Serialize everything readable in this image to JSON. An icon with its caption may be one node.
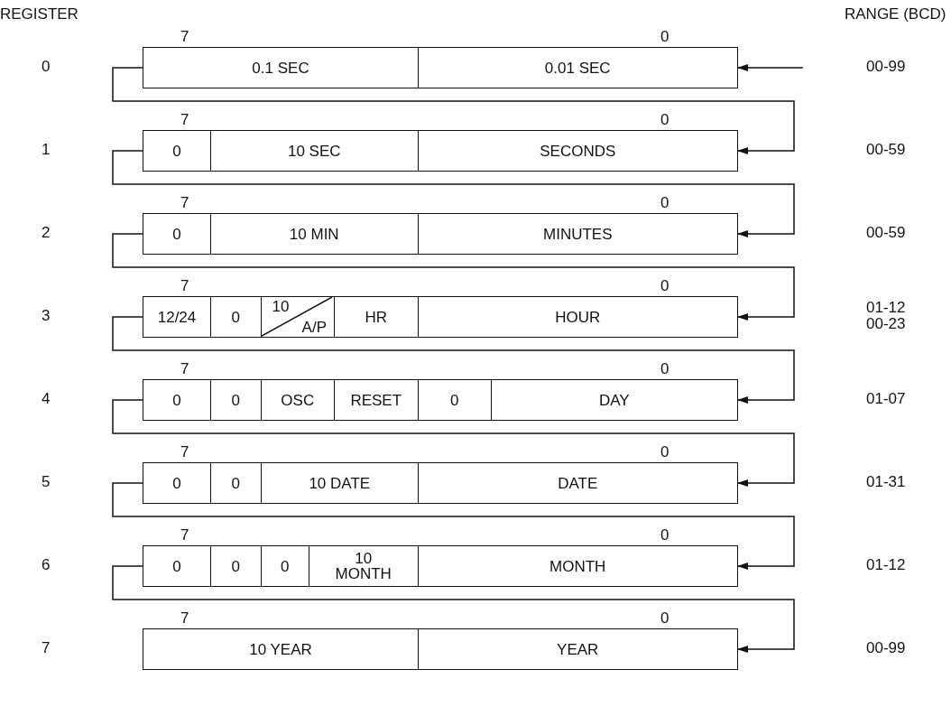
{
  "diagram": {
    "nodes": [
      {
        "text": [
          "0.1 SEC"
        ]
      },
      {
        "text": [
          "0.01 SEC"
        ]
      },
      {
        "text": [
          "0"
        ]
      },
      {
        "text": [
          "10 SEC"
        ]
      },
      {
        "text": [
          "SECONDS"
        ]
      },
      {
        "text": [
          "0"
        ]
      },
      {
        "text": [
          "10 MIN"
        ]
      },
      {
        "text": [
          "MINUTES"
        ]
      },
      {
        "text": [
          "12/24"
        ]
      },
      {
        "text": [
          "0"
        ]
      },
      {
        "text": [
          "10",
          "A/P"
        ]
      },
      {
        "text": [
          "HR"
        ]
      },
      {
        "text": [
          "HOUR"
        ]
      },
      {
        "text": [
          "0"
        ]
      },
      {
        "text": [
          "0"
        ]
      },
      {
        "text": [
          "OSC"
        ]
      },
      {
        "text": [
          "RESET"
        ]
      },
      {
        "text": [
          "0"
        ]
      },
      {
        "text": [
          "DAY"
        ]
      },
      {
        "text": [
          "0"
        ]
      },
      {
        "text": [
          "0"
        ]
      },
      {
        "text": [
          "10 DATE"
        ]
      },
      {
        "text": [
          "DATE"
        ]
      },
      {
        "text": [
          "0"
        ]
      },
      {
        "text": [
          "0"
        ]
      },
      {
        "text": [
          "0"
        ]
      },
      {
        "text": [
          "10 MONTH"
        ]
      },
      {
        "text": [
          "MONTH"
        ]
      },
      {
        "text": [
          "10 YEAR"
        ]
      },
      {
        "text": [
          "YEAR"
        ]
      }
    ],
    "edges": [
      {
        "from": null,
        "to": 1,
        "arrow": "to"
      },
      {
        "from": 0,
        "to": 4,
        "arrow": "to"
      },
      {
        "from": 2,
        "to": 7,
        "arrow": "to"
      },
      {
        "from": 5,
        "to": 12,
        "arrow": "to"
      },
      {
        "from": 8,
        "to": 18,
        "arrow": "to"
      },
      {
        "from": 13,
        "to": 22,
        "arrow": "to"
      },
      {
        "from": 19,
        "to": 27,
        "arrow": "to"
      },
      {
        "from": 23,
        "to": 29,
        "arrow": "to"
      }
    ],
    "labels": [
      "REGISTER",
      "7",
      "0",
      "RANGE (BCD)",
      "0",
      "00-99",
      "7",
      "0",
      "1",
      "00-59",
      "7",
      "0",
      "2",
      "00-59",
      "7",
      "0",
      "3",
      "01-12",
      "00-23",
      "7",
      "0",
      "4",
      "01-07",
      "7",
      "0",
      "5",
      "01-31",
      "7",
      "0",
      "6",
      "01-12",
      "7",
      "0",
      "7",
      "00-99"
    ]
  }
}
